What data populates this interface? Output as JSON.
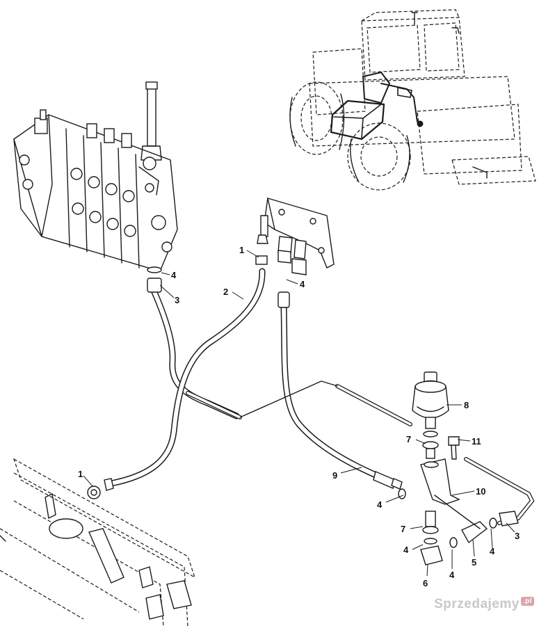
{
  "callouts": [
    {
      "id": "c1a",
      "label": "1"
    },
    {
      "id": "c2",
      "label": "2"
    },
    {
      "id": "c3a",
      "label": "3"
    },
    {
      "id": "c4a",
      "label": "4"
    },
    {
      "id": "c4b",
      "label": "4"
    },
    {
      "id": "c1b",
      "label": "1"
    },
    {
      "id": "c8",
      "label": "8"
    },
    {
      "id": "c7a",
      "label": "7"
    },
    {
      "id": "c11",
      "label": "11"
    },
    {
      "id": "c9",
      "label": "9"
    },
    {
      "id": "c10",
      "label": "10"
    },
    {
      "id": "c4c",
      "label": "4"
    },
    {
      "id": "c7b",
      "label": "7"
    },
    {
      "id": "c3b",
      "label": "3"
    },
    {
      "id": "c4d",
      "label": "4"
    },
    {
      "id": "c5",
      "label": "5"
    },
    {
      "id": "c4e",
      "label": "4"
    },
    {
      "id": "c6",
      "label": "6"
    },
    {
      "id": "c4f",
      "label": "4"
    }
  ],
  "watermark": {
    "text": "Sprzedajemy",
    "badge": ".pl"
  }
}
